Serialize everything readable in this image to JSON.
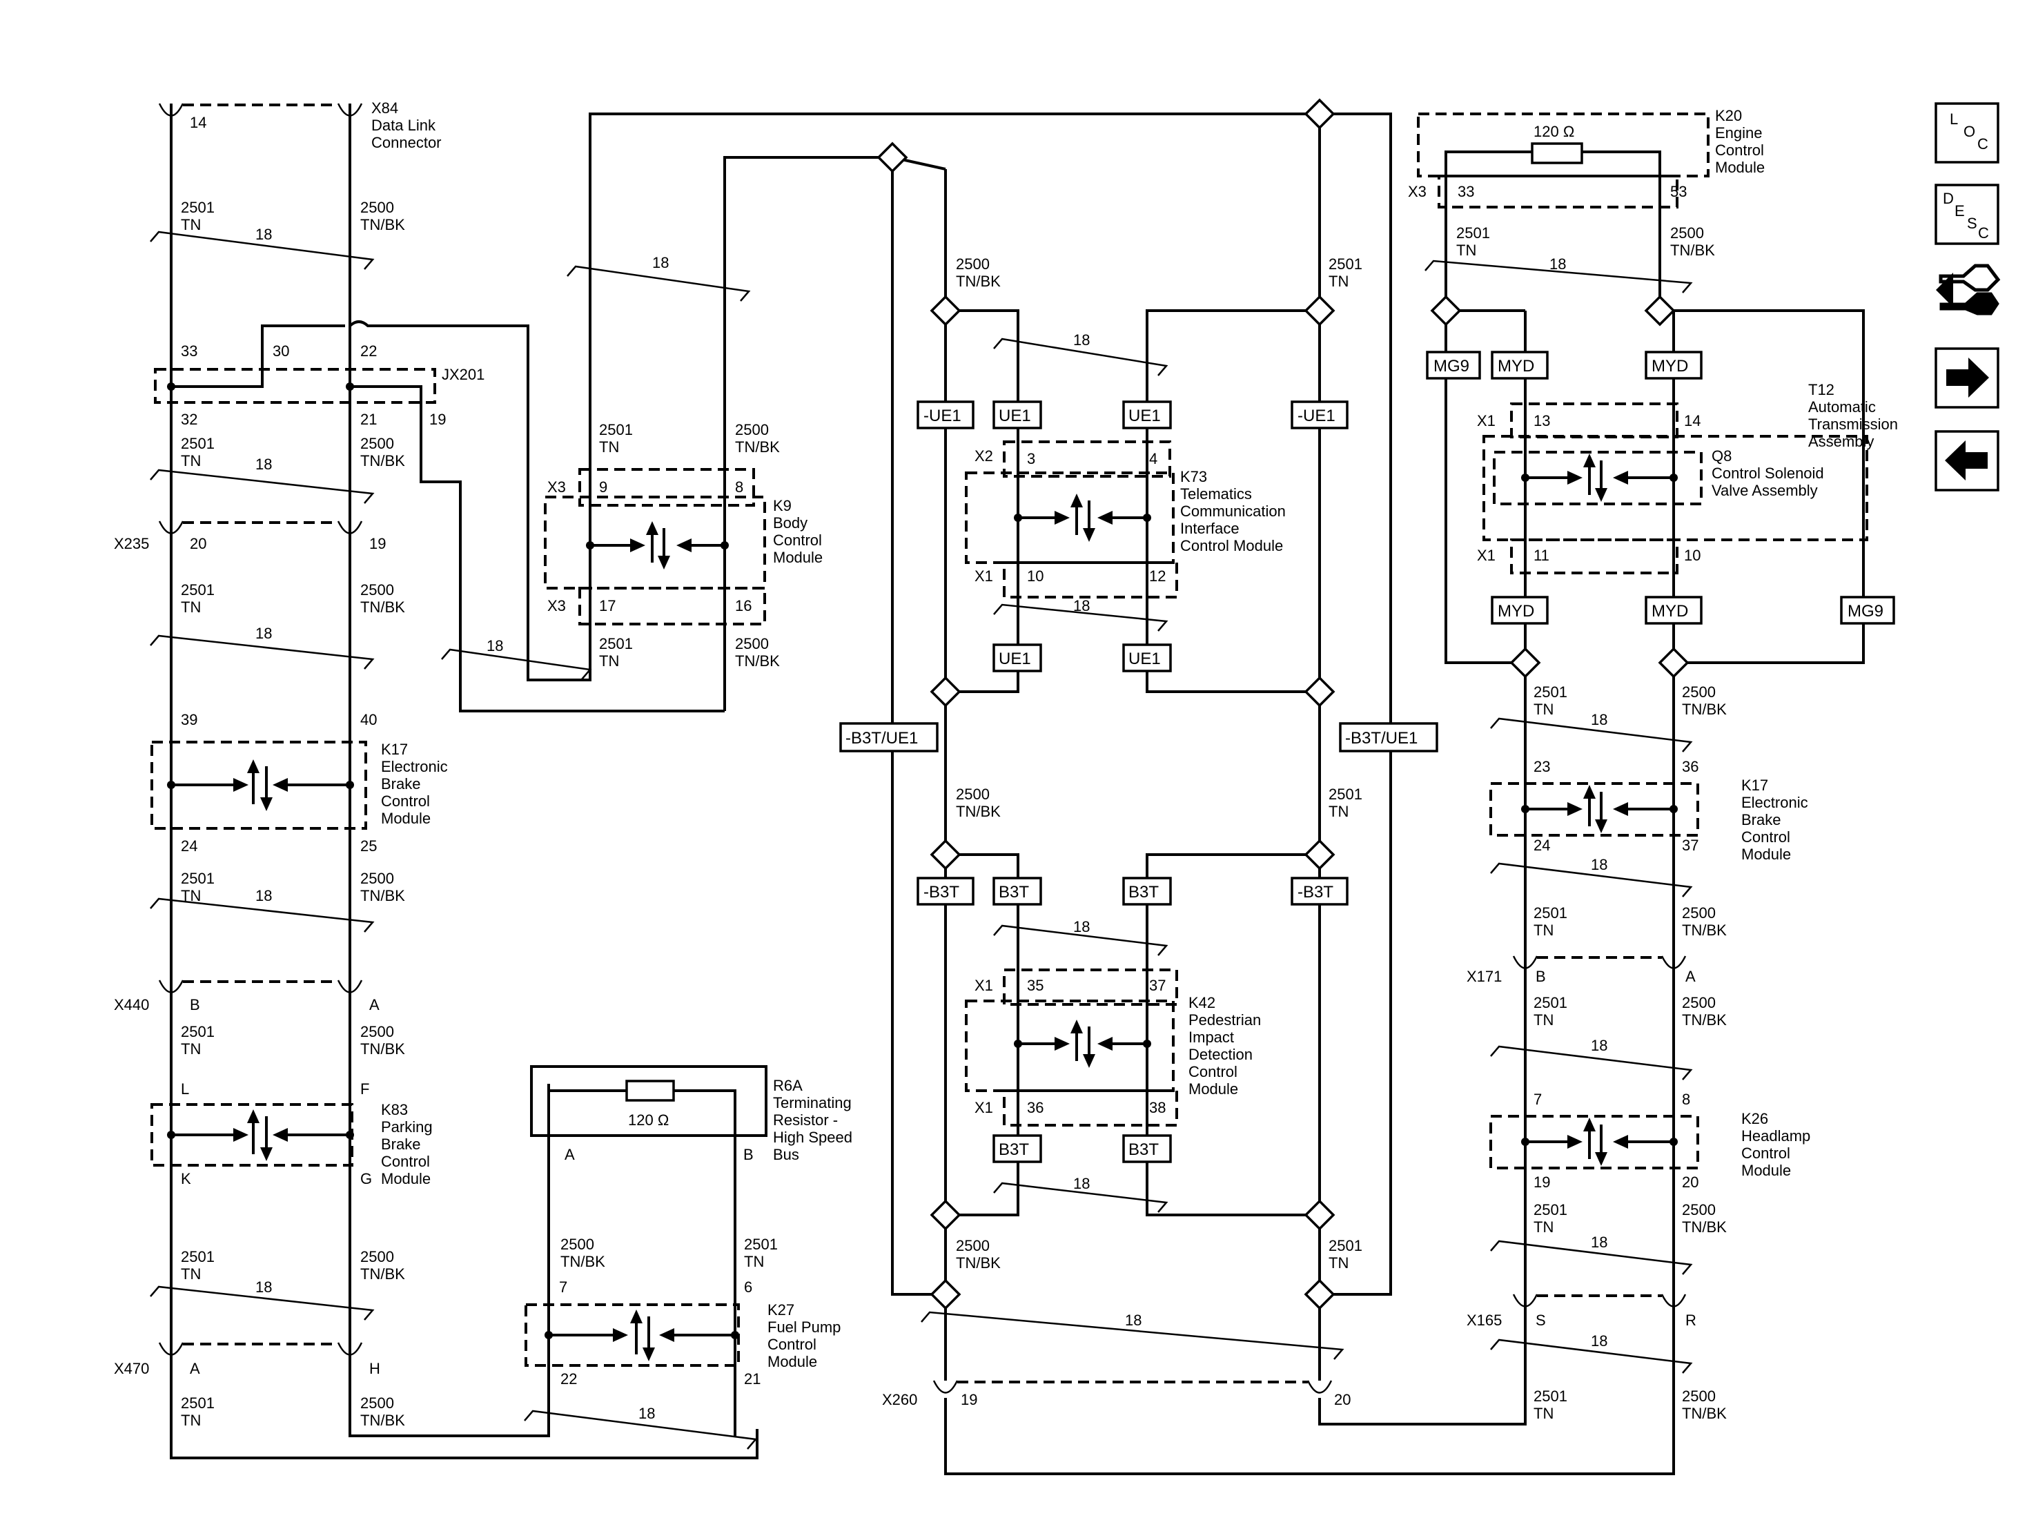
{
  "labels": {
    "x84": "X84",
    "x84_desc1": "Data Link",
    "x84_desc2": "Connector",
    "jx201": "JX201",
    "x235": "X235",
    "x440": "X440",
    "x470": "X470",
    "x260": "X260",
    "x171": "X171",
    "x165": "X165",
    "x3": "X3",
    "x1": "X1",
    "x2": "X2",
    "k9_1": "K9",
    "k9_2": "Body",
    "k9_3": "Control",
    "k9_4": "Module",
    "k17_1": "K17",
    "k17_2": "Electronic",
    "k17_3": "Brake",
    "k17_4": "Control",
    "k17_5": "Module",
    "k83_1": "K83",
    "k83_2": "Parking",
    "k83_3": "Brake",
    "k83_4": "Control",
    "k83_5": "Module",
    "r6a_1": "R6A",
    "r6a_2": "Terminating",
    "r6a_3": "Resistor -",
    "r6a_4": "High Speed",
    "r6a_5": "Bus",
    "k27_1": "K27",
    "k27_2": "Fuel Pump",
    "k27_3": "Control",
    "k27_4": "Module",
    "k73_1": "K73",
    "k73_2": "Telematics",
    "k73_3": "Communication",
    "k73_4": "Interface",
    "k73_5": "Control Module",
    "k42_1": "K42",
    "k42_2": "Pedestrian",
    "k42_3": "Impact",
    "k42_4": "Detection",
    "k42_5": "Control",
    "k42_6": "Module",
    "k20_1": "K20",
    "k20_2": "Engine",
    "k20_3": "Control",
    "k20_4": "Module",
    "t12_1": "T12",
    "t12_2": "Automatic",
    "t12_3": "Transmission",
    "t12_4": "Assembly",
    "q8_1": "Q8",
    "q8_2": "Control Solenoid",
    "q8_3": "Valve Assembly",
    "k26_1": "K26",
    "k26_2": "Headlamp",
    "k26_3": "Control",
    "k26_4": "Module",
    "ohm": "120 Ω"
  },
  "wire": {
    "c2501": "2501",
    "c2500": "2500",
    "tn": "TN",
    "tnbk": "TN/BK",
    "gauge": "18"
  },
  "pins": {
    "p14": "14",
    "p33": "33",
    "p30": "30",
    "p22": "22",
    "p32": "32",
    "p21": "21",
    "p19": "19",
    "p20": "20",
    "p39": "39",
    "p40": "40",
    "p24": "24",
    "p25": "25",
    "pB": "B",
    "pA": "A",
    "pL": "L",
    "pF": "F",
    "pK": "K",
    "pG": "G",
    "pH": "H",
    "p9": "9",
    "p8": "8",
    "p17": "17",
    "p16": "16",
    "p7": "7",
    "p6": "6",
    "p3": "3",
    "p4": "4",
    "p10": "10",
    "p12": "12",
    "p35": "35",
    "p37": "37",
    "p36": "36",
    "p38": "38",
    "p53": "53",
    "p13": "13",
    "p11": "11",
    "p23": "23",
    "pS": "S",
    "pR": "R"
  },
  "tags": {
    "ue1": "UE1",
    "neg_ue1": "-UE1",
    "b3t": "B3T",
    "neg_b3t": "-B3T",
    "neg_b3t_ue1": "-B3T/UE1",
    "mg9": "MG9",
    "myd": "MYD"
  },
  "nav": {
    "loc_l": "L",
    "loc_o": "O",
    "loc_c": "C",
    "desc_d": "D",
    "desc_e": "E",
    "desc_s": "S",
    "desc_c": "C"
  }
}
